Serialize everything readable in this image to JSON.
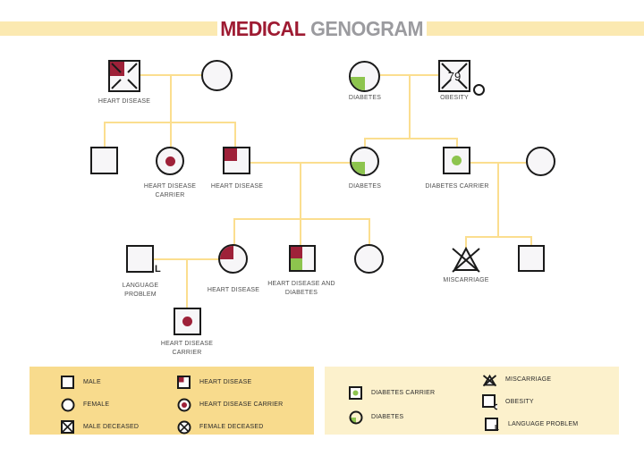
{
  "title": {
    "part1": "MEDICAL",
    "part2": "GENOGRAM"
  },
  "palette": {
    "red": "#9E2139",
    "green": "#8DC44E",
    "line_yellow": "#FBDE8F",
    "band_yellow": "#FBE9B1",
    "legend_left_bg": "#F8DB8D",
    "legend_right_bg": "#FCF1CC"
  },
  "tree": {
    "gen1": {
      "father_label": "HEART DISEASE",
      "diabetes_label": "DIABETES",
      "obesity_label": "OBESITY",
      "obesity_age": "79"
    },
    "gen2": {
      "carrier_label": "HEART DISEASE CARRIER",
      "hd_label": "HEART DISEASE",
      "diabetes_label": "DIABETES",
      "dcarrier_label": "DIABETES CARRIER"
    },
    "gen3": {
      "language_label": "LANGUAGE PROBLEM",
      "language_letter": "L",
      "hd_label": "HEART DISEASE",
      "hdd_label": "HEART DISEASE AND DIABETES",
      "miscarriage_label": "MISCARRIAGE"
    },
    "gen4": {
      "carrier_label": "HEART DISEASE CARRIER"
    }
  },
  "legend": {
    "left": {
      "items": [
        {
          "icon": "male-icon",
          "label": "MALE"
        },
        {
          "icon": "female-icon",
          "label": "FEMALE"
        },
        {
          "icon": "male-deceased-icon",
          "label": "MALE DECEASED"
        },
        {
          "icon": "heart-disease-icon",
          "label": "HEART DISEASE"
        },
        {
          "icon": "heart-disease-carrier-icon",
          "label": "HEART DISEASE CARRIER"
        },
        {
          "icon": "female-deceased-icon",
          "label": "FEMALE DECEASED"
        }
      ]
    },
    "right": {
      "items": [
        {
          "icon": "diabetes-carrier-icon",
          "label": "DIABETES CARRIER"
        },
        {
          "icon": "diabetes-icon",
          "label": "DIABETES"
        },
        {
          "icon": "miscarriage-icon",
          "label": "MISCARRIAGE"
        },
        {
          "icon": "obesity-icon",
          "label": "OBESITY"
        },
        {
          "icon": "language-problem-icon",
          "label": "LANGUAGE PROBLEM"
        }
      ],
      "language_letter": "L"
    }
  }
}
